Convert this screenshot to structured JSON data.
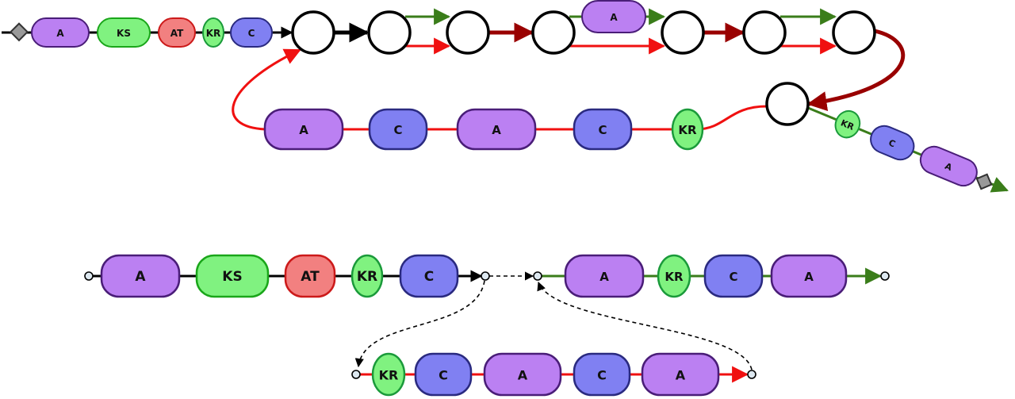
{
  "colors": {
    "A": {
      "fill": "#bb80f2",
      "stroke": "#4a1d78"
    },
    "KS": {
      "fill": "#80f280",
      "stroke": "#1aa61a"
    },
    "AT": {
      "fill": "#f28080",
      "stroke": "#cc1a1a"
    },
    "KR": {
      "fill": "#80f280",
      "stroke": "#1a9a3a"
    },
    "C": {
      "fill": "#8080f2",
      "stroke": "#2a2a80"
    },
    "black": "#000000",
    "green": "#3a7d1a",
    "red": "#f01010",
    "darkred": "#990000",
    "dashed": "#000000",
    "start_marker": "#999999",
    "terminal_node": "#dde8f0"
  },
  "top": {
    "initial_chain": [
      {
        "type": "A",
        "label": "A"
      },
      {
        "type": "KS",
        "label": "KS"
      },
      {
        "type": "AT",
        "label": "AT"
      },
      {
        "type": "KR",
        "label": "KR"
      },
      {
        "type": "C",
        "label": "C"
      }
    ],
    "branch_module": {
      "type": "A",
      "label": "A"
    },
    "loop_chain": [
      {
        "type": "A",
        "label": "A"
      },
      {
        "type": "C",
        "label": "C"
      },
      {
        "type": "A",
        "label": "A"
      },
      {
        "type": "C",
        "label": "C"
      },
      {
        "type": "KR",
        "label": "KR"
      }
    ],
    "exit_chain": [
      {
        "type": "KR",
        "label": "KR"
      },
      {
        "type": "C",
        "label": "C"
      },
      {
        "type": "A",
        "label": "A"
      }
    ]
  },
  "bottom": {
    "chain1": [
      {
        "type": "A",
        "label": "A"
      },
      {
        "type": "KS",
        "label": "KS"
      },
      {
        "type": "AT",
        "label": "AT"
      },
      {
        "type": "KR",
        "label": "KR"
      },
      {
        "type": "C",
        "label": "C"
      }
    ],
    "chain2": [
      {
        "type": "A",
        "label": "A"
      },
      {
        "type": "KR",
        "label": "KR"
      },
      {
        "type": "C",
        "label": "C"
      },
      {
        "type": "A",
        "label": "A"
      }
    ],
    "chain3": [
      {
        "type": "KR",
        "label": "KR"
      },
      {
        "type": "C",
        "label": "C"
      },
      {
        "type": "A",
        "label": "A"
      },
      {
        "type": "C",
        "label": "C"
      },
      {
        "type": "A",
        "label": "A"
      }
    ]
  }
}
